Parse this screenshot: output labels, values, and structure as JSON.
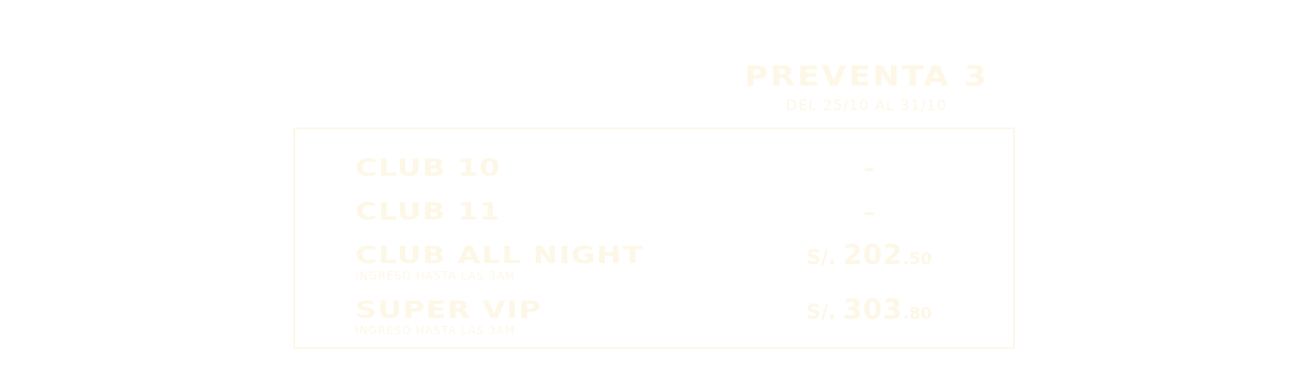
{
  "header": {
    "title": "PREVENTA 3",
    "subtitle": "DEL 25/10 AL 31/10"
  },
  "tiers": [
    {
      "name": "CLUB 10",
      "note": "",
      "price": "–"
    },
    {
      "name": "CLUB 11",
      "note": "",
      "price": "–"
    },
    {
      "name": "CLUB ALL NIGHT",
      "note": "INGRESO HASTA LAS 3AM",
      "currency": "S/.",
      "amount": "202",
      "cents": ".50"
    },
    {
      "name": "SUPER VIP",
      "note": "INGRESO HASTA LAS 3AM",
      "currency": "S/.",
      "amount": "303",
      "cents": ".80"
    }
  ],
  "colors": {
    "text": "#FDF7E7",
    "border": "#FDF7E7",
    "background": "#FFFFFF"
  }
}
